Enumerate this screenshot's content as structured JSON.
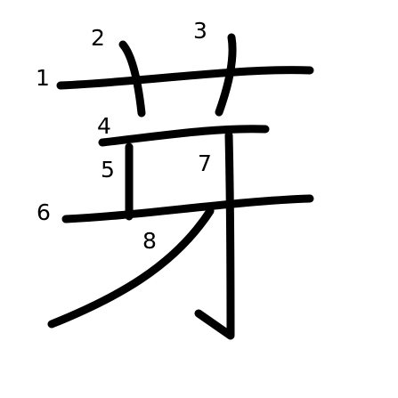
{
  "diagram": {
    "character": "芽",
    "stroke_color": "#000000",
    "background_color": "#ffffff",
    "stroke_numbers": [
      "1",
      "2",
      "3",
      "4",
      "5",
      "6",
      "7",
      "8"
    ]
  }
}
